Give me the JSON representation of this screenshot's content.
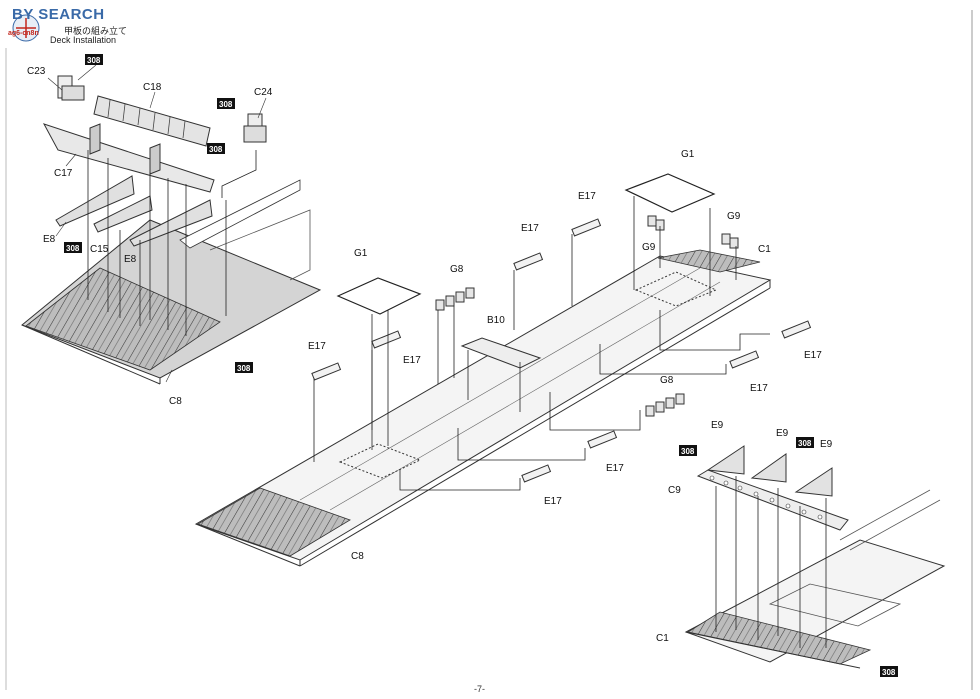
{
  "header": {
    "brand": "BY SEARCH",
    "url": "ag6-cn8n",
    "step_title_jp": "甲板の組み立て",
    "step_title_en": "Deck Installation"
  },
  "parts": {
    "c23": "C23",
    "c18": "C18",
    "c24": "C24",
    "c17": "C17",
    "c15": "C15",
    "e8": "E8",
    "c8": "C8",
    "g1": "G1",
    "g8": "G8",
    "b10": "B10",
    "e17": "E17",
    "g9": "G9",
    "c1": "C1",
    "e9": "E9",
    "c9": "C9"
  },
  "paint_code": "308",
  "page_number": "-7-",
  "colors": {
    "line": "#222222",
    "deck_shade": "#cfcfcf",
    "tag_bg": "#111111"
  }
}
